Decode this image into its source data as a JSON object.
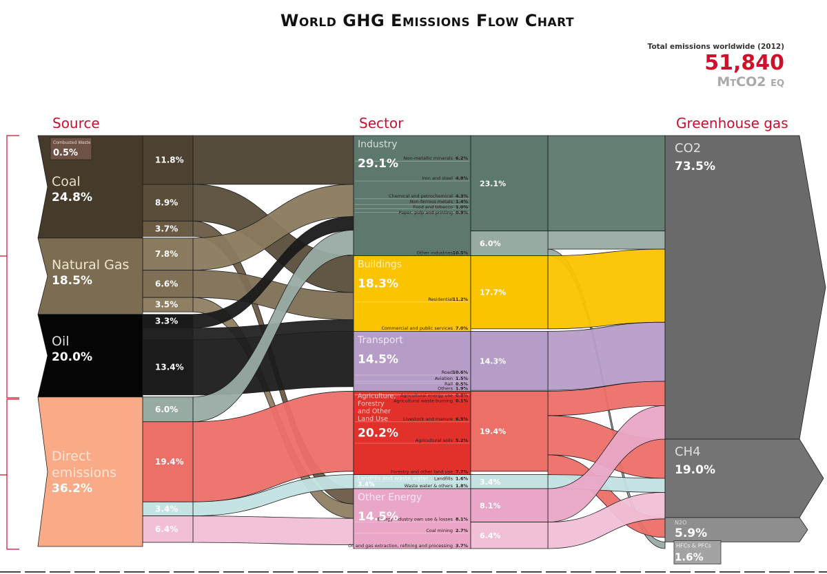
{
  "title": "World GHG Emissions Flow Chart",
  "total": {
    "caption": "Total emissions worldwide (2012)",
    "value": "51,840",
    "unit": "MtCO2 eq"
  },
  "headers": {
    "source": "Source",
    "sector": "Sector",
    "gas": "Greenhouse gas"
  },
  "colors": {
    "accent": "#c8102e",
    "total": "#d0102a"
  },
  "sources": [
    {
      "id": "coal",
      "name": "Coal",
      "pct": "24.8%",
      "value": 24.8,
      "color": "#463a2b",
      "nameColor": "#e8dcc4"
    },
    {
      "id": "gas",
      "name": "Natural Gas",
      "pct": "18.5%",
      "value": 18.5,
      "color": "#7b6c52",
      "nameColor": "#efe6d2"
    },
    {
      "id": "oil",
      "name": "Oil",
      "pct": "20.0%",
      "value": 20.0,
      "color": "#050505",
      "nameColor": "#dddddd"
    },
    {
      "id": "direct",
      "name": "Direct emissions",
      "pct": "36.2%",
      "value": 36.2,
      "color": "#f9ab88",
      "nameColor": "#fde3d6"
    }
  ],
  "combusted_waste": {
    "name": "Combusted Waste",
    "pct": "0.5%",
    "color": "#6e5246"
  },
  "sectors": [
    {
      "id": "industry",
      "name": "Industry",
      "pct": "29.1%",
      "value": 29.1,
      "color": "#5d786c",
      "ribbon": "#5d786c",
      "items": [
        {
          "label": "Non-metallic minerals",
          "pct": "6.2%",
          "value": 6.2
        },
        {
          "label": "Iron and steel",
          "pct": "4.8%",
          "value": 4.8
        },
        {
          "label": "Chemical and petrochemical",
          "pct": "4.3%",
          "value": 4.3
        },
        {
          "label": "Non-ferrous metals",
          "pct": "1.4%",
          "value": 1.4
        },
        {
          "label": "Food and tobacco",
          "pct": "1.0%",
          "value": 1.0
        },
        {
          "label": "Paper, pulp and printing",
          "pct": "0.9%",
          "value": 0.9
        },
        {
          "label": "Other industries",
          "pct": "10.5%",
          "value": 10.5
        }
      ],
      "outputs": [
        {
          "label": "23.1%",
          "value": 23.1,
          "color": "#5d786c"
        },
        {
          "label": "6.0%",
          "value": 6.0,
          "color": "#98aba3"
        }
      ]
    },
    {
      "id": "buildings",
      "name": "Buildings",
      "pct": "18.3%",
      "value": 18.3,
      "color": "#fbc400",
      "items": [
        {
          "label": "Residential",
          "pct": "11.2%",
          "value": 11.2
        },
        {
          "label": "Commercial and public services",
          "pct": "7.0%",
          "value": 7.0
        }
      ],
      "outputs": [
        {
          "label": "17.7%",
          "value": 17.7,
          "color": "#fbc400"
        }
      ]
    },
    {
      "id": "transport",
      "name": "Transport",
      "pct": "14.5%",
      "value": 14.5,
      "color": "#b69dc7",
      "items": [
        {
          "label": "Road",
          "pct": "10.6%",
          "value": 10.6
        },
        {
          "label": "Aviation",
          "pct": "1.5%",
          "value": 1.5
        },
        {
          "label": "Rail",
          "pct": "0.5%",
          "value": 0.5
        },
        {
          "label": "Others",
          "pct": "1.9%",
          "value": 1.9
        }
      ],
      "outputs": [
        {
          "label": "14.3%",
          "value": 14.3,
          "color": "#b69dc7"
        }
      ]
    },
    {
      "id": "afolu",
      "name": "Agriculture, Forestry and Other Land Use",
      "pct": "20.2%",
      "value": 20.2,
      "color": "#e2302a",
      "items": [
        {
          "label": "Agricultural energy use",
          "pct": "0.8%",
          "value": 0.8
        },
        {
          "label": "Agricultural waste burning",
          "pct": "0.1%",
          "value": 0.1
        },
        {
          "label": "Livestock and manure",
          "pct": "6.5%",
          "value": 6.5
        },
        {
          "label": "Agricultural soils",
          "pct": "5.2%",
          "value": 5.2
        },
        {
          "label": "Forestry and other land use",
          "pct": "7.7%",
          "value": 7.7
        }
      ],
      "outputs": [
        {
          "label": "19.4%",
          "value": 19.4,
          "color": "#ec6f68"
        }
      ]
    },
    {
      "id": "landfills",
      "name": "Landfills and waste water",
      "pct": "3.4%",
      "value": 3.4,
      "color": "#c3e2e1",
      "items": [
        {
          "label": "Landfills",
          "pct": "1.6%",
          "value": 1.6
        },
        {
          "label": "Waste water & others",
          "pct": "1.8%",
          "value": 1.8
        }
      ],
      "outputs": [
        {
          "label": "3.4%",
          "value": 3.4,
          "color": "#c3e2e1"
        }
      ]
    },
    {
      "id": "other",
      "name": "Other Energy",
      "pct": "14.5%",
      "value": 14.5,
      "color": "#e9a6c6",
      "items": [
        {
          "label": "Energy industry own use & losses",
          "pct": "8.1%",
          "value": 8.1
        },
        {
          "label": "Coal mining",
          "pct": "2.7%",
          "value": 2.7
        },
        {
          "label": "Oil and gas extraction, refining and processing",
          "pct": "3.7%",
          "value": 3.7
        }
      ],
      "outputs": [
        {
          "label": "8.1%",
          "value": 8.1,
          "color": "#e9a6c6"
        },
        {
          "label": "6.4%",
          "value": 6.4,
          "color": "#f1bfd6"
        }
      ]
    }
  ],
  "gases": [
    {
      "id": "co2",
      "name": "CO2",
      "pct": "73.5%",
      "value": 73.5,
      "color": "#6a6a6a"
    },
    {
      "id": "ch4",
      "name": "CH4",
      "pct": "19.0%",
      "value": 19.0,
      "color": "#747474"
    },
    {
      "id": "n2o",
      "name": "N2O",
      "pct": "5.9%",
      "value": 5.9,
      "color": "#8e8e8e"
    },
    {
      "id": "hfc",
      "name": "HFCs & PFCs",
      "pct": "1.6%",
      "value": 1.6,
      "color": "#a3a3a3"
    }
  ],
  "source_flows": [
    {
      "from": "coal",
      "to": "industry",
      "value": 11.8,
      "label": "11.8%",
      "color": "#4d4232"
    },
    {
      "from": "coal",
      "to": "buildings",
      "value": 8.9,
      "label": "8.9%",
      "color": "#5a4d3a"
    },
    {
      "from": "coal",
      "to": "other",
      "value": 3.7,
      "label": "3.7%",
      "color": "#6a5b45"
    },
    {
      "from": "gas",
      "to": "industry",
      "value": 7.8,
      "label": "7.8%",
      "color": "#8a7a5e"
    },
    {
      "from": "gas",
      "to": "buildings",
      "value": 6.6,
      "label": "6.6%",
      "color": "#7e6f55"
    },
    {
      "from": "gas",
      "to": "other",
      "value": 3.5,
      "label": "3.5%",
      "color": "#8f7f63"
    },
    {
      "from": "oil",
      "to": "industry",
      "value": 3.3,
      "label": "3.3%",
      "color": "#1a1a1a"
    },
    {
      "from": "oil",
      "to": "buildings",
      "value": 2.8,
      "label": "",
      "color": "#222222"
    },
    {
      "from": "oil",
      "to": "transport",
      "value": 13.4,
      "label": "13.4%",
      "color": "#1b1b1b"
    },
    {
      "from": "direct",
      "to": "industry",
      "value": 6.0,
      "label": "6.0%",
      "color": "#98aba3"
    },
    {
      "from": "direct",
      "to": "afolu",
      "value": 19.4,
      "label": "19.4%",
      "color": "#ec6f68"
    },
    {
      "from": "direct",
      "to": "landfills",
      "value": 3.4,
      "label": "3.4%",
      "color": "#c3e2e1"
    },
    {
      "from": "direct",
      "to": "other",
      "value": 6.4,
      "label": "6.4%",
      "color": "#f1bfd6"
    }
  ],
  "gas_flows": [
    {
      "from": "industry",
      "to": "co2",
      "value": 23.1,
      "color": "#5d786c"
    },
    {
      "from": "industry",
      "to": "co2",
      "value": 4.4,
      "color": "#98aba3"
    },
    {
      "from": "industry",
      "to": "hfc",
      "value": 1.6,
      "color": "#98aba3"
    },
    {
      "from": "buildings",
      "to": "co2",
      "value": 17.7,
      "color": "#fbc400"
    },
    {
      "from": "transport",
      "to": "co2",
      "value": 14.3,
      "color": "#b69dc7"
    },
    {
      "from": "afolu",
      "to": "co2",
      "value": 5.9,
      "color": "#ec6f68"
    },
    {
      "from": "afolu",
      "to": "ch4",
      "value": 9.5,
      "color": "#ec6f68"
    },
    {
      "from": "afolu",
      "to": "n2o",
      "value": 4.8,
      "color": "#ec6f68"
    },
    {
      "from": "landfills",
      "to": "ch4",
      "value": 3.4,
      "color": "#c3e2e1"
    },
    {
      "from": "other",
      "to": "co2",
      "value": 8.1,
      "color": "#e9a6c6"
    },
    {
      "from": "other",
      "to": "ch4",
      "value": 6.4,
      "color": "#f1bfd6"
    }
  ]
}
